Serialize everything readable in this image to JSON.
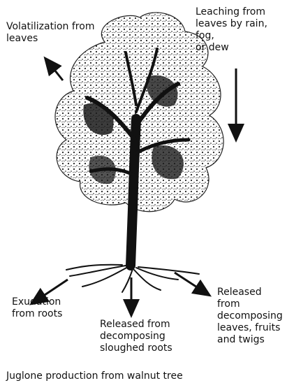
{
  "labels": {
    "volatilization": "Volatilization from\nleaves",
    "leaching": "Leaching from\nleaves by rain, fog,\nor dew",
    "exudation": "Exudation\nfrom roots",
    "sloughed_roots": "Released from\ndecomposing\nsloughed roots",
    "leaves_fruits_twigs": "Released from\ndecomposing\nleaves, fruits\nand twigs"
  },
  "caption": "Juglone production from walnut tree",
  "colors": {
    "ink": "#111111",
    "background": "#ffffff"
  }
}
